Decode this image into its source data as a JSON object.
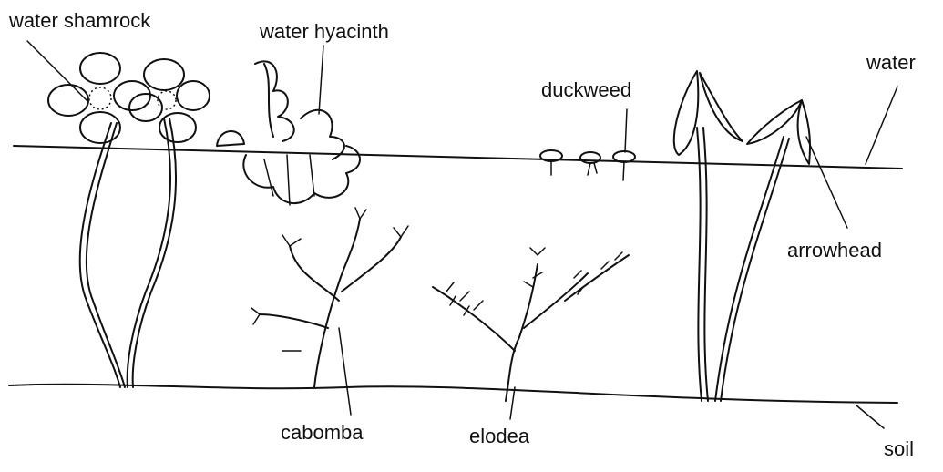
{
  "labels": {
    "water_shamrock": "water shamrock",
    "water_hyacinth": "water hyacinth",
    "duckweed": "duckweed",
    "water": "water",
    "arrowhead": "arrowhead",
    "cabomba": "cabomba",
    "elodea": "elodea",
    "soil": "soil"
  },
  "colors": {
    "ink": "#111111",
    "background": "#ffffff"
  }
}
